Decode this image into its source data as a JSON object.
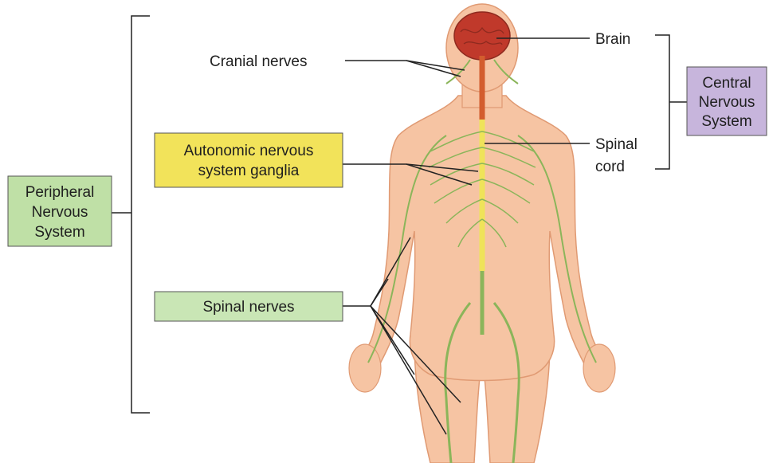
{
  "labels": {
    "brain": "Brain",
    "cranial_nerves": "Cranial nerves",
    "spinal_cord_line1": "Spinal",
    "spinal_cord_line2": "cord",
    "ans_line1": "Autonomic nervous",
    "ans_line2": "system ganglia",
    "spinal_nerves": "Spinal nerves",
    "pns_line1": "Peripheral",
    "pns_line2": "Nervous",
    "pns_line3": "System",
    "cns_line1": "Central",
    "cns_line2": "Nervous",
    "cns_line3": "System"
  },
  "colors": {
    "skin": "#f6c4a3",
    "skin_edge": "#e09a73",
    "nerve": "#8bb55a",
    "spinal_cord": "#efe35a",
    "brain": "#c0392b",
    "ans_box": "#f2e35a",
    "pns_box": "#bfe0a6",
    "spinal_box": "#c9e6b5",
    "cns_box": "#c7b5dc",
    "line": "#222222"
  }
}
